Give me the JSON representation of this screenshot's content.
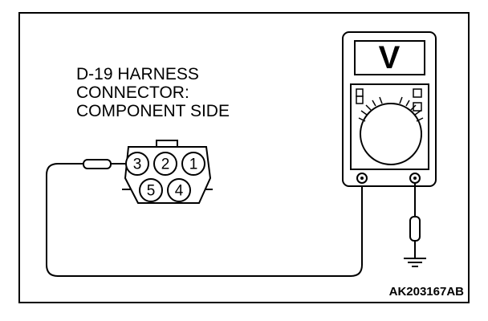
{
  "connector_label": {
    "line1": "D-19 HARNESS",
    "line2": "CONNECTOR:",
    "line3": "COMPONENT SIDE"
  },
  "pins": {
    "p1": "1",
    "p2": "2",
    "p3": "3",
    "p4": "4",
    "p5": "5"
  },
  "meter": {
    "unit_symbol": "V"
  },
  "figure_code": "AK203167AB"
}
